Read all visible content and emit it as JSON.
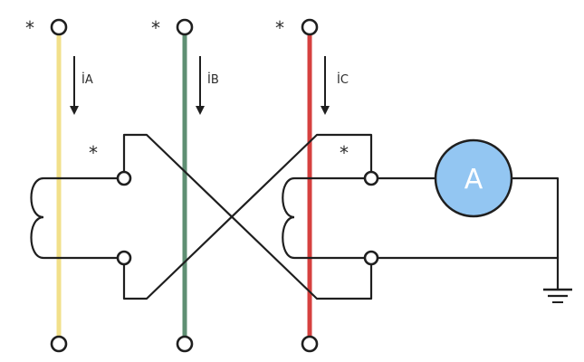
{
  "phases": [
    {
      "id": "A",
      "current_label": "İA",
      "color": "#f2e08a"
    },
    {
      "id": "B",
      "current_label": "İB",
      "color": "#5f8f73"
    },
    {
      "id": "C",
      "current_label": "İC",
      "color": "#d6403f"
    }
  ],
  "polarity_mark": "*",
  "ammeter": {
    "label": "A",
    "fill": "#93c6f2",
    "stroke": "#1f1f1f"
  },
  "wire_color": "#1f1f1f",
  "icons": [
    "ground-icon",
    "ammeter-icon",
    "coil-icon",
    "current-arrow-icon",
    "terminal-icon"
  ]
}
